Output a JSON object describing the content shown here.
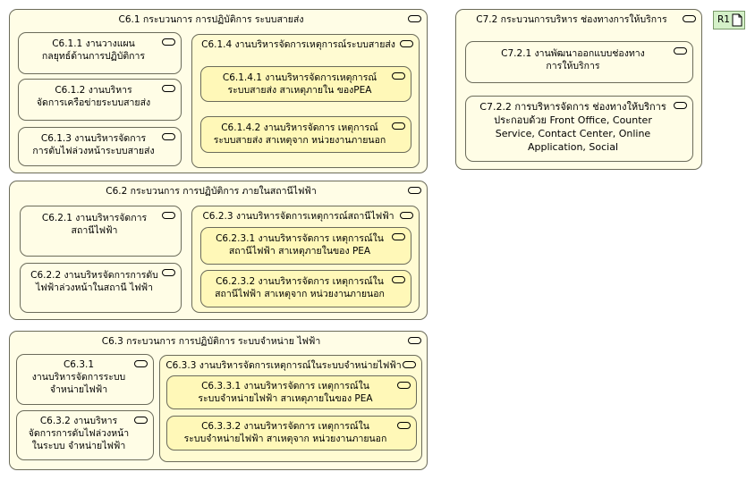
{
  "badge": {
    "label": "R1"
  },
  "groups": {
    "c61": {
      "title": "C6.1 กระบวนการ การปฏิบัติการ ระบบสายส่ง",
      "c611": "C6.1.1 งานวางแผน\nกลยุทธ์ด้านการปฏิบัติการ",
      "c612": "C6.1.2 งานบริหาร\nจัดการเครือข่ายระบบสายส่ง",
      "c613": "C6.1.3 งานบริหารจัดการ\nการดับไฟล่วงหน้าระบบสายส่ง",
      "c614": {
        "title": "C6.1.4 งานบริหารจัดการเหตุการณ์ระบบสายส่ง",
        "c6141": "C6.1.4.1 งานบริหารจัดการเหตุการณ์\nระบบสายส่ง สาเหตุภายใน ของPEA",
        "c6142": "C6.1.4.2 งานบริหารจัดการ  เหตุการณ์\nระบบสายส่ง สาเหตุจาก หน่วยงานภายนอก"
      }
    },
    "c62": {
      "title": "C6.2 กระบวนการ การปฏิบัติการ ภายในสถานีไฟฟ้า",
      "c621": "C6.2.1 งานบริหารจัดการ\nสถานีไฟฟ้า",
      "c622": "C6.2.2 งานบริหรจัดการการดับ\nไฟฟ้าล่วงหน้าในสถานี ไฟฟ้า",
      "c623": {
        "title": "C6.2.3 งานบริหารจัดการเหตุการณ์สถานีไฟฟ้า",
        "c6231": "C6.2.3.1 งานบริหารจัดการ เหตุการณ์ใน\nสถานีไฟฟ้า สาเหตุภายในของ PEA",
        "c6232": "C6.2.3.2 งานบริหารจัดการ เหตุการณ์ใน\nสถานีไฟฟ้า สาเหตุจาก หน่วยงานภายนอก"
      }
    },
    "c63": {
      "title": "C6.3 กระบวนการ การปฏิบัติการ ระบบจำหน่าย ไฟฟ้า",
      "c631": "C6.3.1\nงานบริหารจัดการระบบ\nจำหน่ายไฟฟ้า",
      "c632": "C6.3.2 งานบริหาร\nจัดการการดับไฟล่วงหน้า\nในระบบ จำหน่ายไฟฟ้า",
      "c633": {
        "title": "C6.3.3 งานบริหารจัดการเหตุการณ์ในระบบจำหน่ายไฟฟ้า",
        "c6331": "C6.3.3.1 งานบริหารจัดการ เหตุการณ์ใน\nระบบจำหน่ายไฟฟ้า สาเหตุภายในของ PEA",
        "c6332": "C6.3.3.2 งานบริหารจัดการ เหตุการณ์ใน\nระบบจำหน่ายไฟฟ้า สาเหตุจาก หน่วยงานภายนอก"
      }
    },
    "c72": {
      "title": "C7.2 กระบวนการบริหาร ช่องทางการให้บริการ",
      "c721": "C7.2.1 งานพัฒนาออกแบบช่องทาง\nการให้บริการ",
      "c722": "C7.2.2 การบริหารจัดการ ช่องทางให้บริการ\nประกอบด้วย Front Office, Counter\nService, Contact Center, Online\nApplication, Social"
    }
  },
  "colors": {
    "border": "#6b6b5a",
    "outer_fill": "#fffde6",
    "leaf_fill": "#fff8b8",
    "badge_fill": "#d4f0c8"
  },
  "icons": [
    "capability-icon",
    "document-icon"
  ]
}
